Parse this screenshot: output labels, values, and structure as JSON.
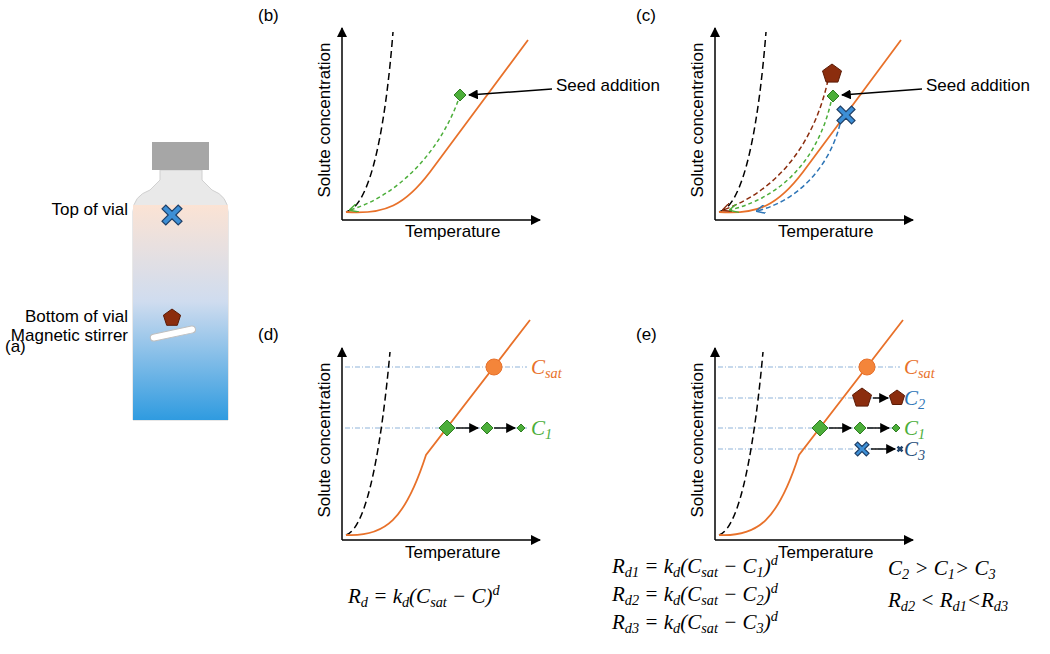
{
  "diagram": {
    "labels": [
      "(a)",
      "Top of vial",
      "Bottom of vial",
      "Magnetic stirrer",
      "(b)",
      "Solute concentration",
      "Temperature",
      "Seed addition",
      "(c)",
      "Solute concentration",
      "Temperature",
      "Seed addition",
      "(d)",
      "Solute concentration",
      "Temperature",
      "Csat",
      "C1",
      "(e)",
      "Solute concentration",
      "Temperature",
      "Csat",
      "C2",
      "C1",
      "C3",
      "Rd = kd(Csat − C)d",
      "Rd1 = kd(Csat − C1)d",
      "Rd2 = kd(Csat − C2)d",
      "Rd3 = kd(Csat − C3)d",
      "C2 > C1> C3",
      "Rd2 < Rd1<Rd3"
    ]
  }
}
